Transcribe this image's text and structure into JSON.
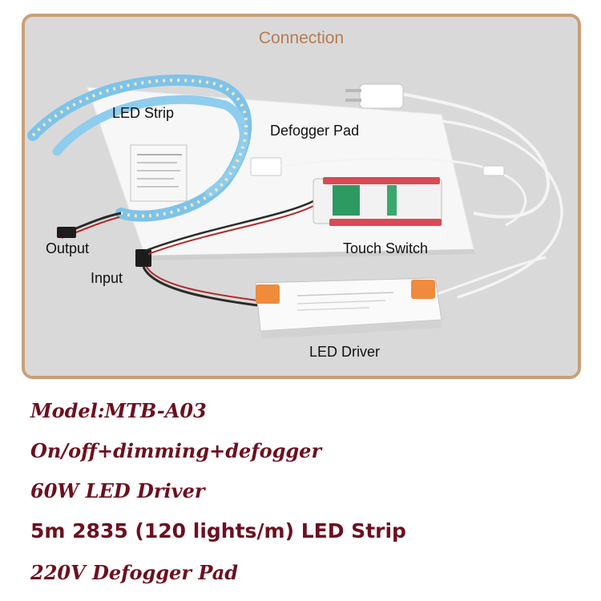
{
  "diagram": {
    "title": "Connection",
    "labels": {
      "led_strip": "LED Strip",
      "defogger_pad": "Defogger Pad",
      "output": "Output",
      "input": "Input",
      "touch_switch": "Touch Switch",
      "led_driver": "LED Driver"
    }
  },
  "specs": [
    "Model:MTB-A03",
    "On/off+dimming+defogger",
    "60W LED Driver",
    "5m 2835 (120 lights/m) LED Strip",
    "220V Defogger Pad"
  ],
  "colors": {
    "frame_border": "#c99f78",
    "title": "#b67c54",
    "spec_text": "#6b1020",
    "strip_blue": "#7ec3ea",
    "switch_red": "#d94a52",
    "driver_cap": "#f08a3c"
  }
}
